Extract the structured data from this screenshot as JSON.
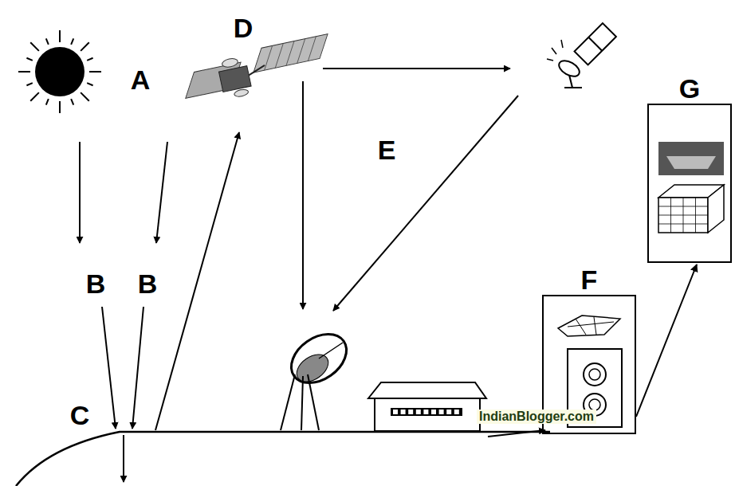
{
  "diagram": {
    "nodes": [
      {
        "text": [
          "F"
        ]
      },
      {
        "text": [
          "G"
        ]
      }
    ],
    "edges": [
      {
        "from": 0,
        "to": 1,
        "arrow": "to"
      }
    ],
    "labels": [
      "D",
      "A",
      "E",
      "B",
      "B",
      "C",
      "IndianBlogger.com"
    ]
  }
}
